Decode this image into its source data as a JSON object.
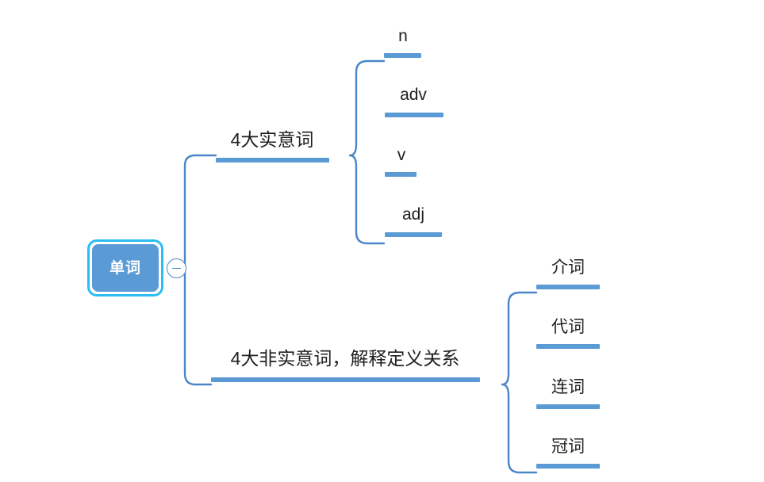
{
  "diagram": {
    "type": "mind-map",
    "title": "单词",
    "accent_color": "#5B9BD5",
    "selection_color": "#2BBDF0",
    "connector_color": "#4A86C8",
    "text_color": "#202020",
    "background": "#ffffff"
  },
  "root": {
    "label": "单词",
    "toggle": {
      "icon": "minus-circle-icon",
      "state": "expanded"
    }
  },
  "branches": [
    {
      "id": "content-words",
      "label": "4大实意词",
      "children": [
        {
          "id": "n",
          "label": "n"
        },
        {
          "id": "adv",
          "label": "adv"
        },
        {
          "id": "v",
          "label": "v"
        },
        {
          "id": "adj",
          "label": "adj"
        }
      ]
    },
    {
      "id": "function-words",
      "label": "4大非实意词，解释定义关系",
      "children": [
        {
          "id": "prep",
          "label": "介词"
        },
        {
          "id": "pron",
          "label": "代词"
        },
        {
          "id": "conj",
          "label": "连词"
        },
        {
          "id": "art",
          "label": "冠词"
        }
      ]
    }
  ]
}
